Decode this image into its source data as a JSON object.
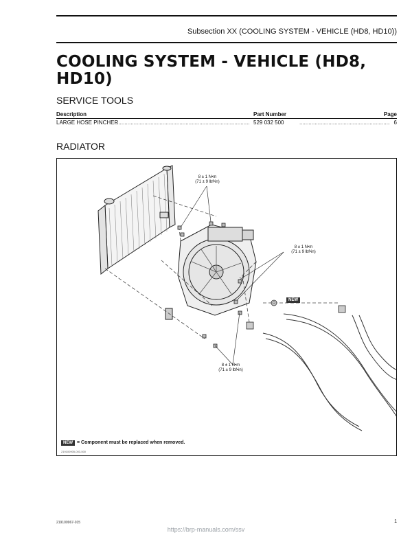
{
  "header": {
    "subsection": "Subsection XX (COOLING SYSTEM - VEHICLE (HD8, HD10))"
  },
  "title": "COOLING SYSTEM - VEHICLE (HD8, HD10)",
  "service_tools": {
    "heading": "SERVICE TOOLS",
    "columns": {
      "description": "Description",
      "part_number": "Part Number",
      "page": "Page"
    },
    "rows": [
      {
        "description": "LARGE HOSE PINCHER",
        "part_number": "529 032 500",
        "page": "6"
      }
    ]
  },
  "radiator": {
    "heading": "RADIATOR",
    "torque_top": [
      "8 ± 1 N•m",
      "(71 ± 9 lbf•in)"
    ],
    "torque_right": [
      "8 ± 1 N•m",
      "(71 ± 9 lbf•in)"
    ],
    "torque_bottom": [
      "8 ± 1 N•m",
      "(71 ± 9 lbf•in)"
    ],
    "new_badge": "NEW",
    "legend_badge": "NEW",
    "legend_text": "= Component must be replaced when removed.",
    "figure_code": "219100905-003-500"
  },
  "footer": {
    "doc_code": "219100967-015",
    "page": "1",
    "url": "https://brp-manuals.com/ssv"
  }
}
